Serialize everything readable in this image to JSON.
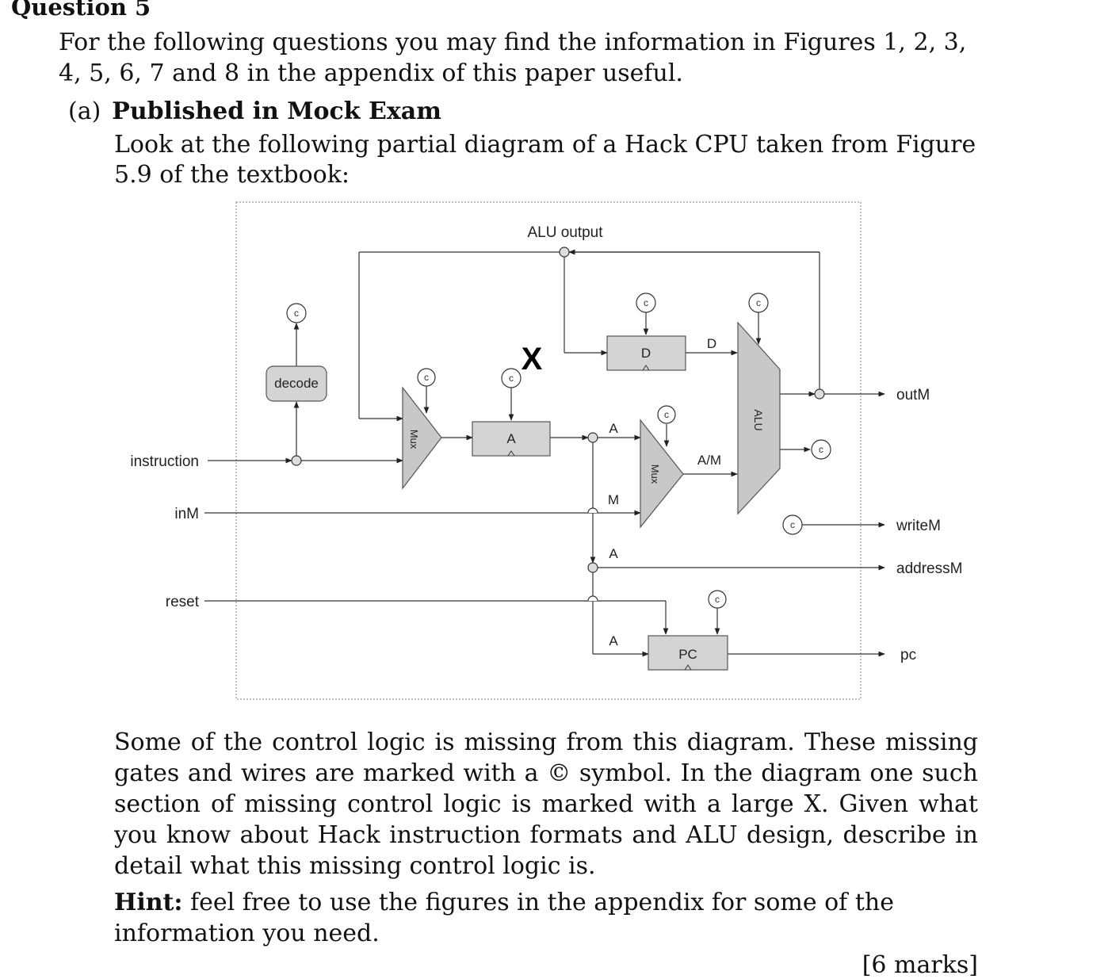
{
  "question": {
    "heading": "Question 5",
    "intro": "For the following questions you may find the information in Figures 1, 2, 3, 4, 5, 6, 7 and 8 in the appendix of this paper useful."
  },
  "part_a": {
    "label": "(a)",
    "title": "Published in Mock Exam",
    "prompt": "Look at the following partial diagram of a Hack CPU taken from Figure 5.9 of the textbook:",
    "body_after": "Some of the control logic is missing from this diagram. These missing gates and wires are marked with a © symbol. In the diagram one such section of missing control logic is marked with a large X. Given what you know about Hack instruction formats and ALU design, describe in detail what this missing control logic is.",
    "hint_label": "Hint:",
    "hint_text": " feel free to use the figures in the appendix for some of the information you need.",
    "marks": "[6 marks]"
  },
  "diagram": {
    "alu_output": "ALU output",
    "decode": "decode",
    "mux": "Mux",
    "a_reg": "A",
    "d_reg": "D",
    "pc_reg": "PC",
    "alu": "ALU",
    "control_marker": "c",
    "x_marker": "X",
    "label_D": "D",
    "label_A": "A",
    "label_M": "M",
    "label_AM": "A/M",
    "inputs": [
      "instruction",
      "inM",
      "reset"
    ],
    "outputs": [
      "outM",
      "writeM",
      "addressM",
      "pc"
    ]
  }
}
